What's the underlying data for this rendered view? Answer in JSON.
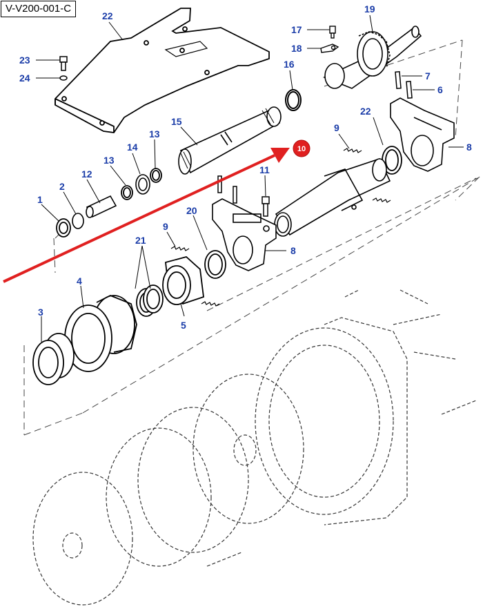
{
  "diagram_code": "V-V200-001-C",
  "colors": {
    "callout": "#1a3ca8",
    "highlight": "#e02020",
    "line": "#000000",
    "ghost": "#333333"
  },
  "callouts": [
    {
      "id": "c22a",
      "text": "22"
    },
    {
      "id": "c23",
      "text": "23"
    },
    {
      "id": "c24",
      "text": "24"
    },
    {
      "id": "c17",
      "text": "17"
    },
    {
      "id": "c18",
      "text": "18"
    },
    {
      "id": "c19",
      "text": "19"
    },
    {
      "id": "c16",
      "text": "16"
    },
    {
      "id": "c7",
      "text": "7"
    },
    {
      "id": "c6",
      "text": "6"
    },
    {
      "id": "c15",
      "text": "15"
    },
    {
      "id": "c22b",
      "text": "22"
    },
    {
      "id": "c9a",
      "text": "9"
    },
    {
      "id": "c8a",
      "text": "8"
    },
    {
      "id": "c14",
      "text": "14"
    },
    {
      "id": "c13a",
      "text": "13"
    },
    {
      "id": "c13b",
      "text": "13"
    },
    {
      "id": "c12",
      "text": "12"
    },
    {
      "id": "c11",
      "text": "11"
    },
    {
      "id": "c1",
      "text": "1"
    },
    {
      "id": "c2",
      "text": "2"
    },
    {
      "id": "c20",
      "text": "20"
    },
    {
      "id": "c9b",
      "text": "9"
    },
    {
      "id": "c21",
      "text": "21"
    },
    {
      "id": "c8b",
      "text": "8"
    },
    {
      "id": "c4",
      "text": "4"
    },
    {
      "id": "c3",
      "text": "3"
    },
    {
      "id": "c5",
      "text": "5"
    }
  ],
  "highlight": {
    "text": "10"
  }
}
